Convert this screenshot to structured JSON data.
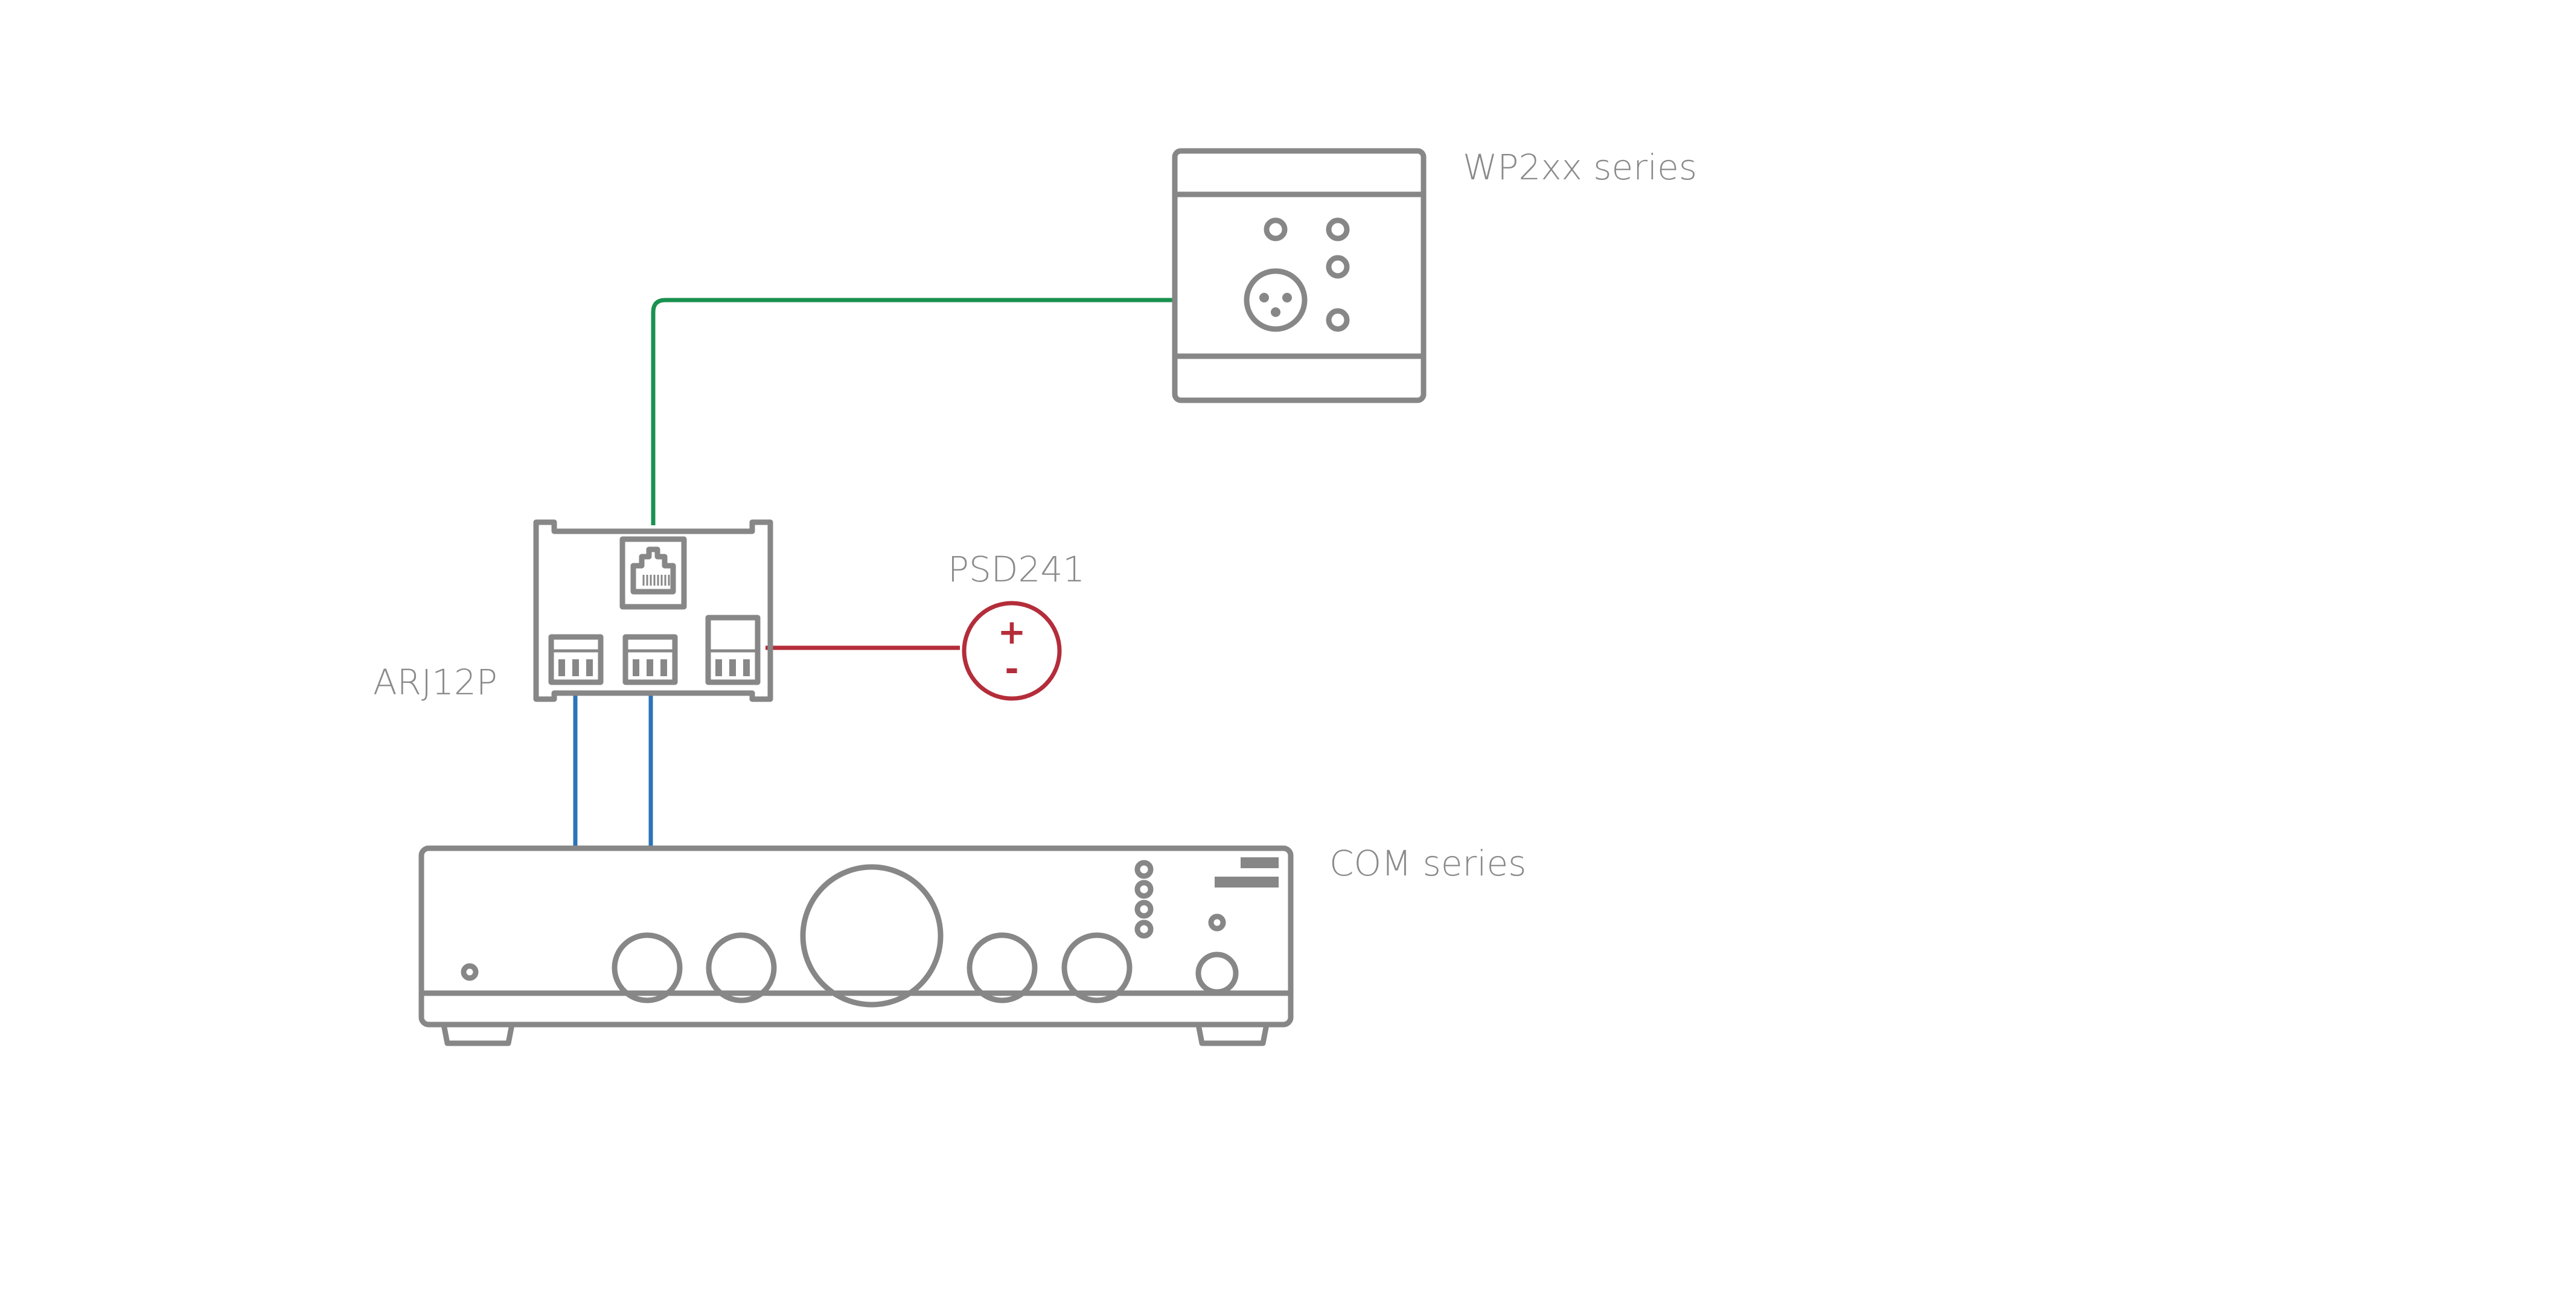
{
  "labels": {
    "wallplate": "WP2xx series",
    "interface": "ARJ12P",
    "power_supply": "PSD241",
    "amplifier": "COM series"
  },
  "psu_symbols": {
    "plus": "+",
    "minus": "-"
  },
  "colors": {
    "device": "#878787",
    "text": "#8a8a8a",
    "cable_data": "#1a9150",
    "cable_power": "#b42d3a",
    "cable_audio": "#2c73b8"
  }
}
